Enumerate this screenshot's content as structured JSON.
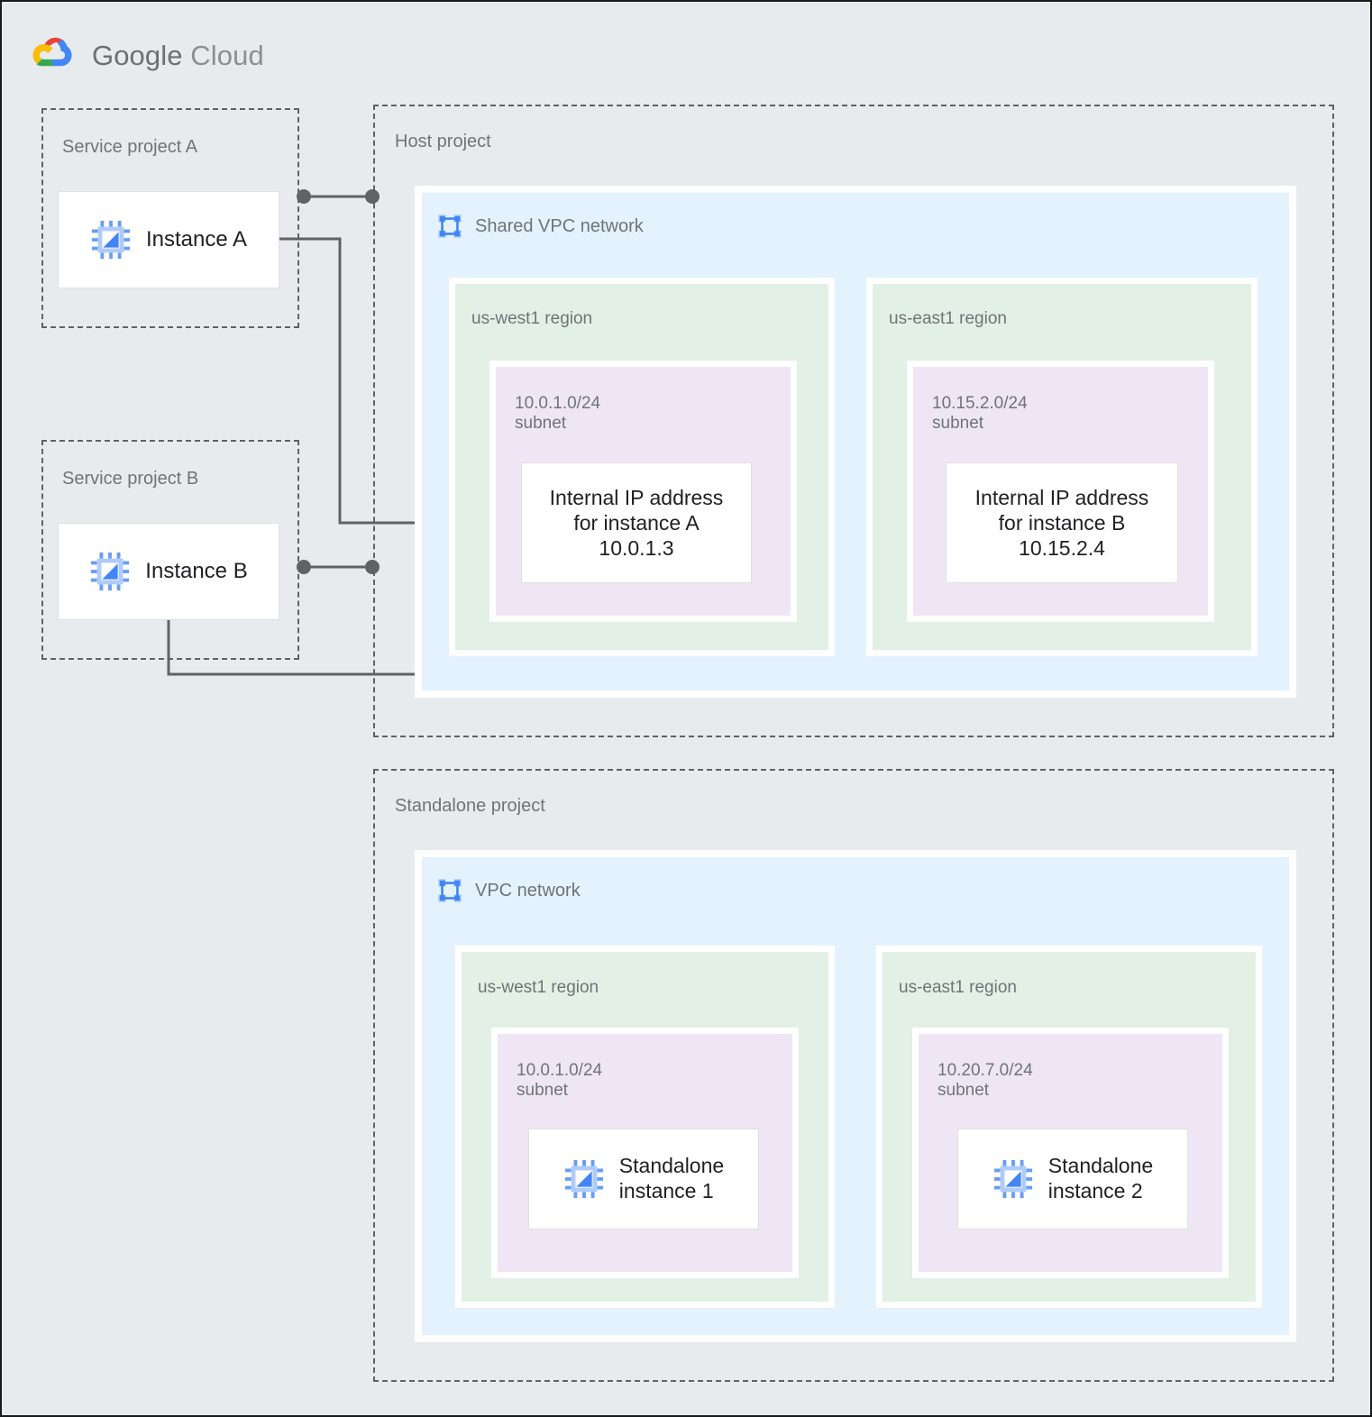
{
  "brand": {
    "name_bold": "Google",
    "name_light": "Cloud",
    "logo_icon": "google-cloud-logo",
    "colors": {
      "red": "#EA4335",
      "blue": "#4285F4",
      "yellow": "#FBBC04",
      "green": "#34A853"
    }
  },
  "diagram": {
    "type": "architecture-diagram",
    "background": "#e8ebed",
    "palette": {
      "vpc_fill": "#e3f2fd",
      "region_fill": "#e2f0e6",
      "subnet_fill": "#efe6f5",
      "card_fill": "#ffffff",
      "dashed_border": "#5f6368",
      "label_text": "#6f7478",
      "body_text": "#202124",
      "icon_blue": "#669df6",
      "connector": "#5f6368"
    }
  },
  "service_project_a": {
    "label": "Service project A",
    "instance": {
      "label": "Instance A",
      "icon": "compute-instance-icon"
    }
  },
  "service_project_b": {
    "label": "Service project B",
    "instance": {
      "label": "Instance B",
      "icon": "compute-instance-icon"
    }
  },
  "host_project": {
    "label": "Host project",
    "vpc": {
      "title": "Shared VPC network",
      "icon": "vpc-network-icon",
      "regions": [
        {
          "label": "us-west1 region",
          "subnet": {
            "label": "10.0.1.0/24\nsubnet",
            "cidr": "10.0.1.0/24",
            "resource": {
              "label": "Internal IP address\nfor instance A\n10.0.1.3",
              "ip": "10.0.1.3"
            }
          }
        },
        {
          "label": "us-east1 region",
          "subnet": {
            "label": "10.15.2.0/24\nsubnet",
            "cidr": "10.15.2.0/24",
            "resource": {
              "label": "Internal IP address\nfor instance B\n10.15.2.4",
              "ip": "10.15.2.4"
            }
          }
        }
      ]
    }
  },
  "standalone_project": {
    "label": "Standalone project",
    "vpc": {
      "title": "VPC network",
      "icon": "vpc-network-icon",
      "regions": [
        {
          "label": "us-west1 region",
          "subnet": {
            "label": "10.0.1.0/24\nsubnet",
            "cidr": "10.0.1.0/24",
            "resource": {
              "label": "Standalone\ninstance 1",
              "icon": "compute-instance-icon"
            }
          }
        },
        {
          "label": "us-east1 region",
          "subnet": {
            "label": "10.20.7.0/24\nsubnet",
            "cidr": "10.20.7.0/24",
            "resource": {
              "label": "Standalone\ninstance 2",
              "icon": "compute-instance-icon"
            }
          }
        }
      ]
    }
  },
  "connectors": [
    {
      "name": "instance-a-to-host-project-boundary",
      "style": "dot-line-dot"
    },
    {
      "name": "instance-a-to-internal-ip-a",
      "style": "elbow-line-dot"
    },
    {
      "name": "instance-b-to-host-project-boundary",
      "style": "dot-line-dot"
    },
    {
      "name": "instance-b-to-internal-ip-b",
      "style": "elbow-line-dot"
    },
    {
      "name": "standalone-instance-1-to-2",
      "style": "line"
    }
  ]
}
